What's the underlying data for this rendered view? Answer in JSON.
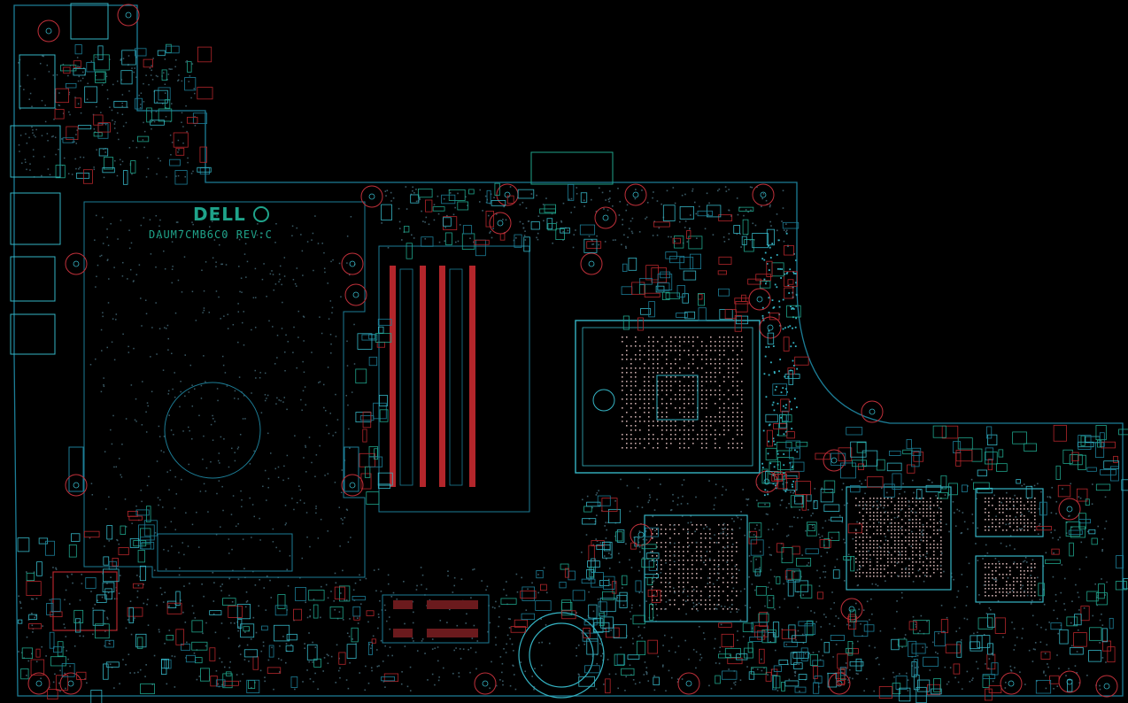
{
  "board": {
    "brand": "DELL",
    "label": "DAUM7CMB6C0 REV:C"
  },
  "colors": {
    "background": "#000000",
    "outline": "#1c7d96",
    "silkscreen": "#1fa38a",
    "pad_red": "#b3262b",
    "pad_dark_red": "#6b1a1d",
    "hole_red": "#c0303a",
    "cyan": "#35b4c4",
    "dim_dot": "#3a5a66"
  },
  "icons": [
    "dell-logo",
    "dell-circle-mark"
  ]
}
